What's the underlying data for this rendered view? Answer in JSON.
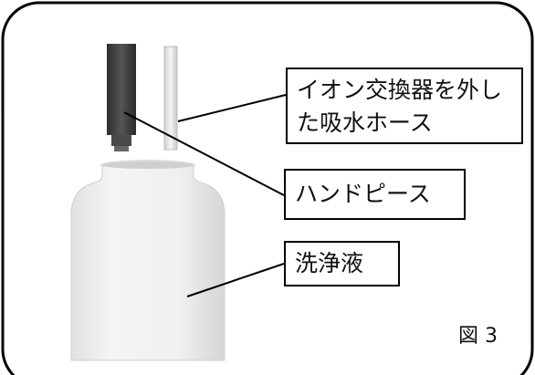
{
  "labels": {
    "hose": {
      "line1": "イオン交換器を外し",
      "line2": "た吸水ホース"
    },
    "handpiece": "ハンドピース",
    "cleaning_liquid": "洗浄液"
  },
  "figure_number": "図 3",
  "colors": {
    "frame": "#000000",
    "bottle_body": "#f2f2f2",
    "bottle_shadow": "#d8d8d8",
    "handpiece_dark": "#3f3f3f",
    "hose_light": "#e8e8e8",
    "leader_line": "#000000"
  }
}
